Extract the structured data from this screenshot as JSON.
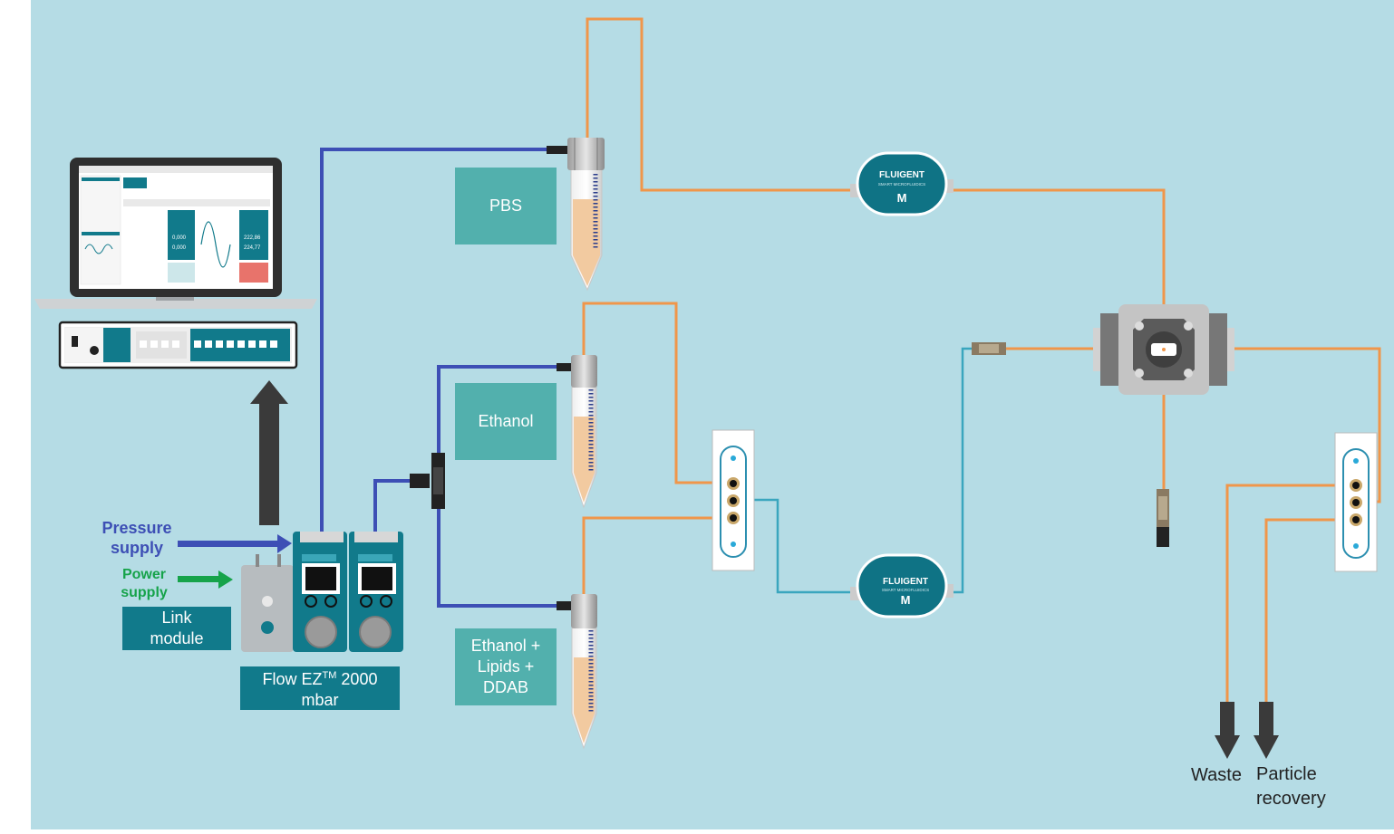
{
  "reservoirs": [
    {
      "label": "PBS"
    },
    {
      "label": "Ethanol"
    },
    {
      "label": "Ethanol +\nLipids +\nDDAB"
    }
  ],
  "instruments": {
    "link_module": "Link\nmodule",
    "flow_ez_main": "Flow EZ",
    "flow_ez_sup": "TM",
    "flow_ez_rest": " 2000",
    "flow_ez_unit": "mbar"
  },
  "inputs": {
    "pressure": "Pressure\nsupply",
    "power": "Power\nsupply"
  },
  "outputs": {
    "waste": "Waste",
    "particle": "Particle\nrecovery"
  },
  "flow_unit": {
    "brand": "FLUIGENT",
    "tagline": "SMART MICROFLUIDICS",
    "size": "M"
  },
  "laptop": {
    "reading_1": "0,000",
    "reading_2": "0,000",
    "reading_3": "222,86",
    "reading_4": "224,77"
  },
  "colors": {
    "background": "#b5dce5",
    "pressure_line": "#3d4fb5",
    "liquid_line": "#f0964a",
    "cyan_line": "#3aa6be",
    "teal": "#117a8b",
    "teal_light": "#52b0ad",
    "power": "#16a34a",
    "arrow": "#3a3a3a"
  }
}
